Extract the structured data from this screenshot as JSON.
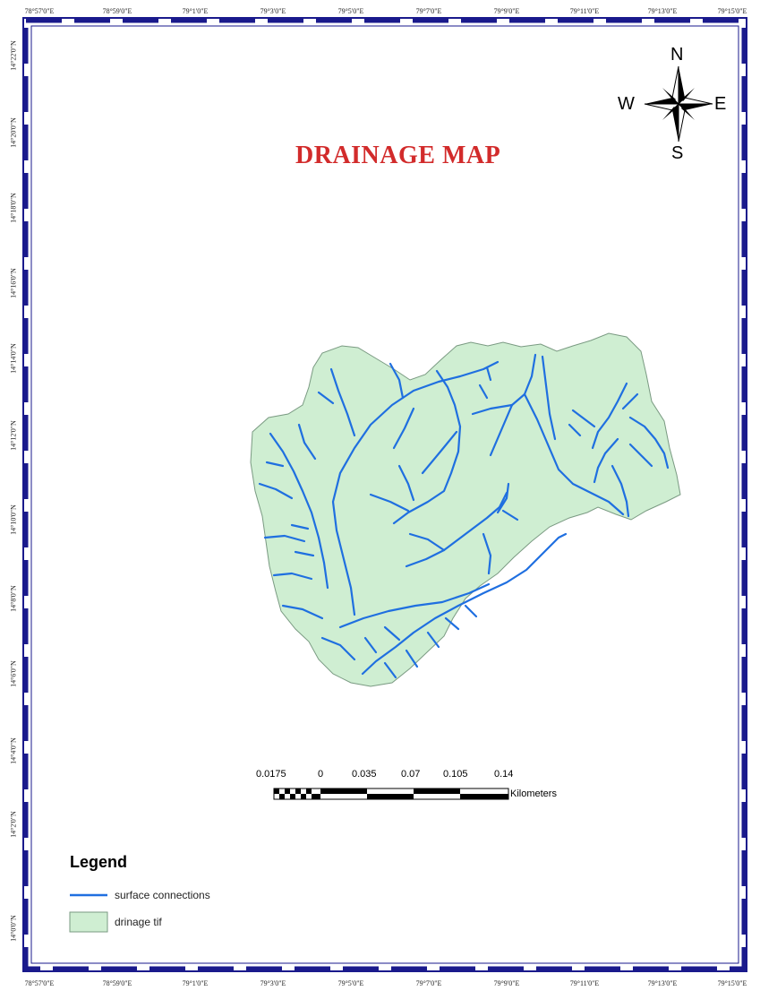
{
  "title": "DRAINAGE MAP",
  "colors": {
    "title": "#d22b2b",
    "frame": "#1a1a8c",
    "drainage": "#1f6fe0",
    "basin_fill": "#cfeed2",
    "basin_stroke": "#7a9a82"
  },
  "top_ticks": [
    "78°57'0\"E",
    "78°59'0\"E",
    "79°1'0\"E",
    "79°3'0\"E",
    "79°5'0\"E",
    "79°7'0\"E",
    "79°9'0\"E",
    "79°11'0\"E",
    "79°13'0\"E",
    "79°15'0\"E"
  ],
  "bottom_ticks": [
    "78°57'0\"E",
    "78°59'0\"E",
    "79°1'0\"E",
    "79°3'0\"E",
    "79°5'0\"E",
    "79°7'0\"E",
    "79°9'0\"E",
    "79°11'0\"E",
    "79°13'0\"E",
    "79°15'0\"E"
  ],
  "left_ticks": [
    "14°22'0\"N",
    "14°20'0\"N",
    "14°18'0\"N",
    "14°16'0\"N",
    "14°14'0\"N",
    "14°12'0\"N",
    "14°10'0\"N",
    "14°8'0\"N",
    "14°6'0\"N",
    "14°4'0\"N",
    "14°2'0\"N",
    "14°0'0\"N"
  ],
  "compass": {
    "n": "N",
    "s": "S",
    "e": "E",
    "w": "W"
  },
  "scale_bar": {
    "labels": [
      "0.0175",
      "0",
      "0.035",
      "0.07",
      "0.105",
      "0.14"
    ],
    "unit": "Kilometers"
  },
  "legend": {
    "title": "Legend",
    "items": [
      {
        "label": "surface connections",
        "symbol": "line"
      },
      {
        "label": "drinage tif",
        "symbol": "fill"
      }
    ]
  }
}
